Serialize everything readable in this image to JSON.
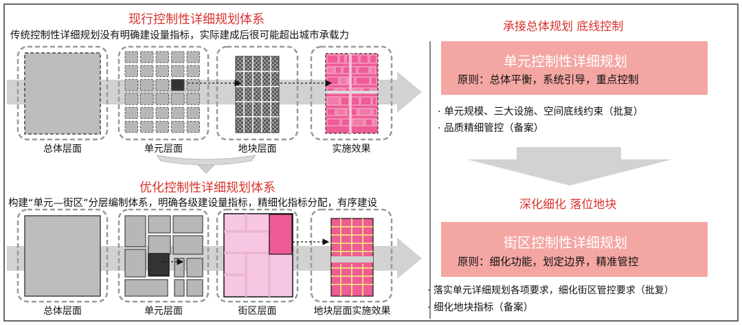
{
  "top": {
    "title": "现行控制性详细规划体系",
    "subtitle": "传统控制性详细规划没有明确建设量指标，实际建成后很可能超出城市承载力",
    "labels": [
      "总体层面",
      "单元层面",
      "地块层面",
      "实施效果"
    ]
  },
  "bottom": {
    "title": "优化控制性详细规划体系",
    "subtitle": "构建“单元—街区”分层编制体系，明确各级建设量指标，精细化指标分配，有序建设",
    "labels": [
      "总体层面",
      "单元层面",
      "街区层面",
      "地块层面实施效果"
    ]
  },
  "right": {
    "heading1": "承接总体规划 底线控制",
    "box1": {
      "title": "单元控制性详细规划",
      "text": "原则：总体平衡，系统引导，重点控制"
    },
    "bullets1": [
      "· 单元规模、三大设施、空间底线约束（批复）",
      "· 品质精细管控（备案）"
    ],
    "heading2": "深化细化 落位地块",
    "box2": {
      "title": "街区控制性详细规划",
      "text": "原则：细化功能，划定边界，精准管控"
    },
    "bullets2": [
      "· 落实单元详细规划各项要求，细化街区管控要求（批复）",
      "· 细化地块指标（备案）"
    ]
  },
  "colors": {
    "accent_red": "#d9322c",
    "salmon_box": "#f4a6a2",
    "gray_arrow": "#d2d2d2",
    "pink_light": "#f7c6e3",
    "pink_dark": "#ee5c96",
    "block_gray": "#b7b7b7",
    "dark_gray": "#333333"
  }
}
